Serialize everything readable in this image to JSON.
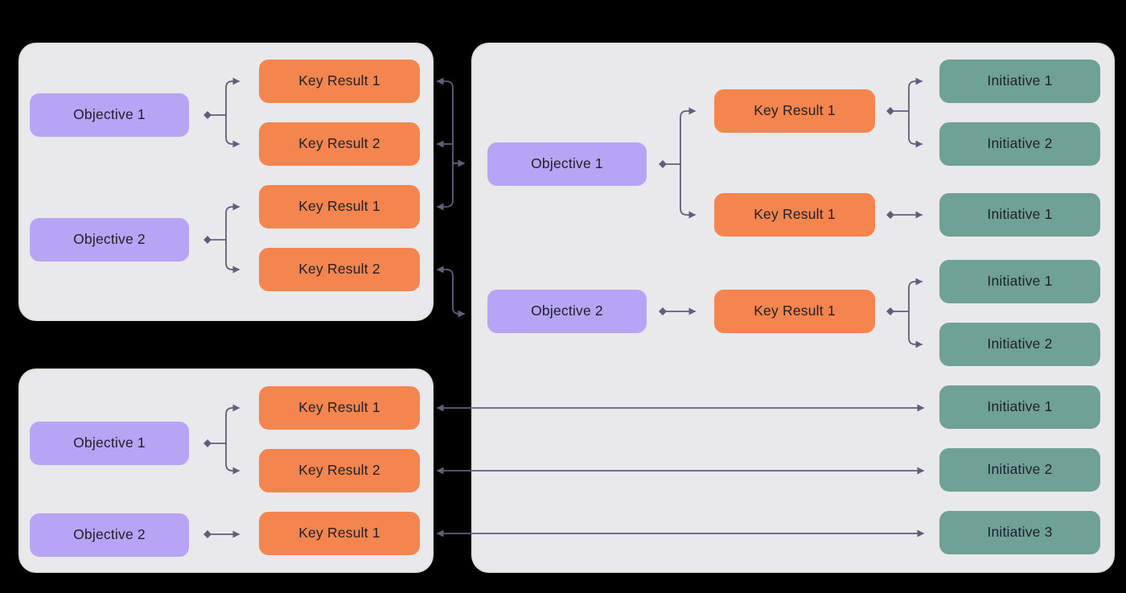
{
  "colors": {
    "bg": "#000000",
    "panel": "#e9e8ea",
    "objective": "#b7a4f4",
    "key_result": "#f5854e",
    "initiative": "#70a197",
    "connector": "#5f5f7d",
    "text": "#20202a"
  },
  "panels": {
    "top_left": {
      "objectives": [
        "Objective 1",
        "Objective 2"
      ],
      "key_results": [
        "Key Result 1",
        "Key Result 2",
        "Key Result 1",
        "Key Result 2"
      ]
    },
    "right": {
      "objectives": [
        "Objective 1",
        "Objective 2"
      ],
      "key_results": [
        "Key Result 1",
        "Key Result 1",
        "Key Result 1"
      ],
      "initiatives": [
        "Initiative 1",
        "Initiative 2",
        "Initiative 1",
        "Initiative 1",
        "Initiative 2",
        "Initiative 1",
        "Initiative 2",
        "Initiative 3"
      ]
    },
    "bottom_left": {
      "objectives": [
        "Objective 1",
        "Objective 2"
      ],
      "key_results": [
        "Key Result 1",
        "Key Result 2",
        "Key Result 1"
      ]
    }
  }
}
